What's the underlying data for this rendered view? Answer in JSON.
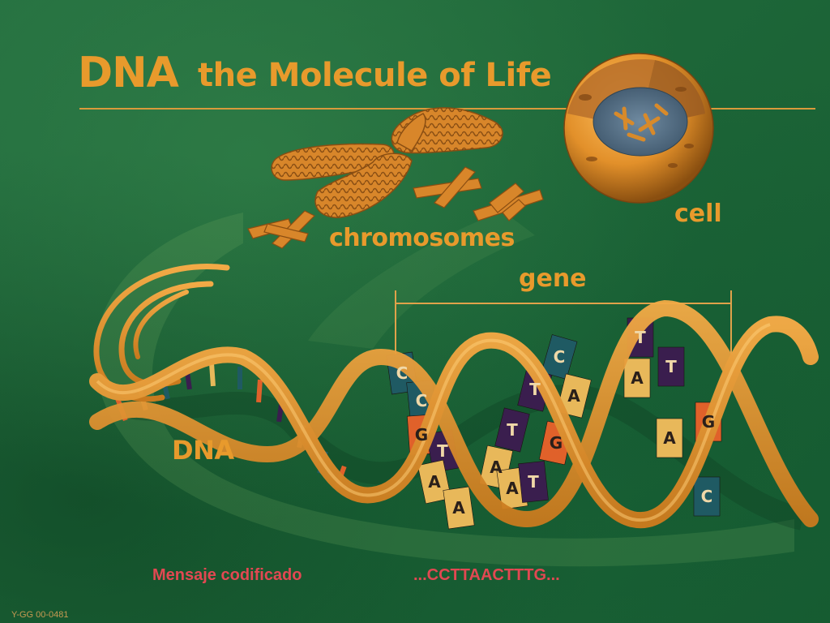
{
  "title": {
    "main": "DNA",
    "rest": "the Molecule of Life"
  },
  "labels": {
    "chromosomes": "chromosomes",
    "cell": "cell",
    "gene": "gene",
    "dna": "DNA"
  },
  "message": {
    "label": "Mensaje codificado",
    "sequence": "...CCTTAACTTTG..."
  },
  "figure_code": "Y-GG 00-0481",
  "bases": {
    "left_strand": [
      "C",
      "C",
      "G",
      "T",
      "A",
      "A",
      "A",
      "T",
      "T",
      "C",
      "A",
      "G",
      "A",
      "T",
      "T",
      "A",
      "T",
      "A",
      "G",
      "C"
    ],
    "colors": {
      "A": "#e8b85a",
      "T": "#3a1e4e",
      "C": "#1f5a63",
      "G": "#e0612a"
    }
  },
  "colors": {
    "background": "#1f6a3c",
    "accent": "#e89a2c",
    "ribbon": "#e09436",
    "message_text": "#e24852"
  }
}
